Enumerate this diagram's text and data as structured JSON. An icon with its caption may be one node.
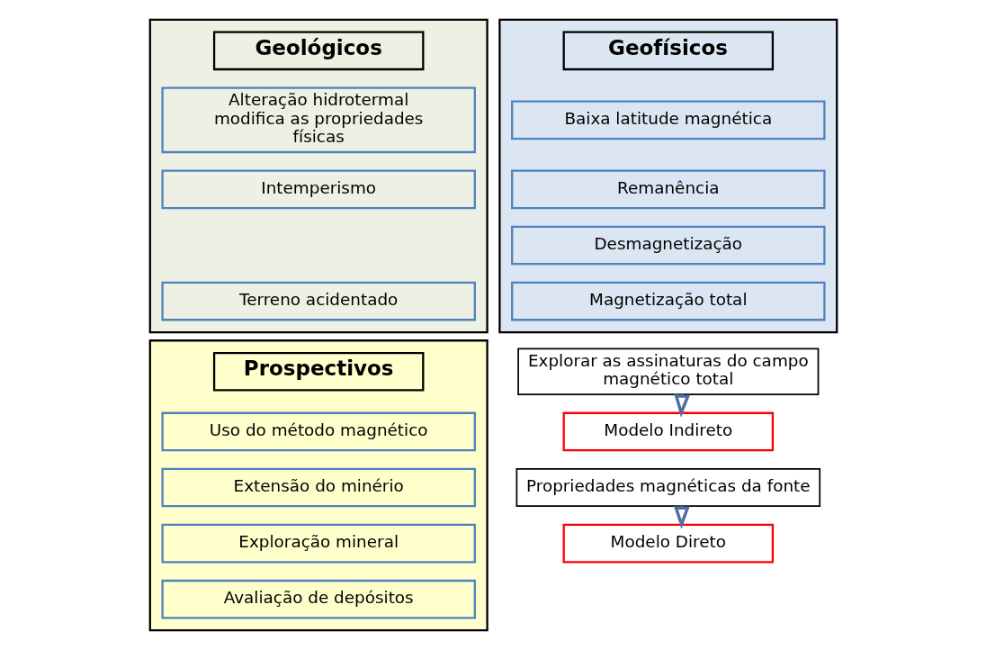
{
  "diagram": {
    "nodes": [
      {
        "text": [],
        "shape": "box"
      },
      {
        "text": [
          "Geológicos"
        ],
        "in": 0
      },
      {
        "text": [
          "Alteração hidrotermal modifica as propriedades físicas"
        ],
        "in": 0
      },
      {
        "text": [
          "Intemperismo"
        ],
        "in": 0
      },
      {
        "text": [
          "Terreno acidentado"
        ],
        "in": 0
      },
      {
        "text": [],
        "shape": "box"
      },
      {
        "text": [
          "Geofísicos"
        ],
        "in": 5
      },
      {
        "text": [
          "Baixa latitude magnética"
        ],
        "in": 5
      },
      {
        "text": [
          "Remanência"
        ],
        "in": 5
      },
      {
        "text": [
          "Desmagnetização"
        ],
        "in": 5
      },
      {
        "text": [
          "Magnetização total"
        ],
        "in": 5
      },
      {
        "text": [],
        "shape": "box"
      },
      {
        "text": [
          "Prospectivos"
        ],
        "in": 11
      },
      {
        "text": [
          "Uso do método magnético"
        ],
        "in": 11
      },
      {
        "text": [
          "Extensão do minério"
        ],
        "in": 11
      },
      {
        "text": [
          "Exploração mineral"
        ],
        "in": 11
      },
      {
        "text": [
          "Avaliação de depósitos"
        ],
        "in": 11
      },
      {
        "text": [
          "Explorar as assinaturas do campo magnético total"
        ]
      },
      {
        "text": [
          "Modelo Indireto"
        ]
      },
      {
        "text": [
          "Propriedades magnéticas da fonte"
        ]
      },
      {
        "text": [
          "Modelo Direto"
        ]
      }
    ],
    "edges": [
      {
        "from": 17,
        "to": 18,
        "arrow": "to"
      },
      {
        "from": 19,
        "to": 20,
        "arrow": "to"
      }
    ]
  }
}
